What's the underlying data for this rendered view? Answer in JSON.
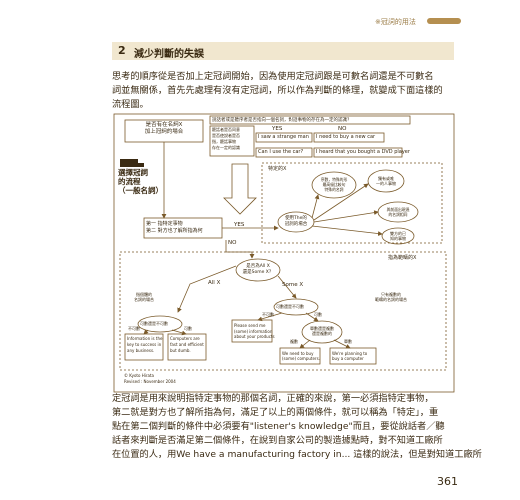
{
  "header": {
    "chapter_label": "※冠詞的用法"
  },
  "section": {
    "number": "2",
    "title": "減少判斷的失誤"
  },
  "intro": [
    "思考的順序從是否加上定冠詞開始，因為使用定冠詞跟是可數名詞還是不可數名",
    "詞並無關係，首先先處理有沒有定冠詞，所以作為判斷的條理，就變成下面這樣的",
    "流程圖。"
  ],
  "diagram": {
    "side_label": [
      "選擇冠詞",
      "的流程",
      "（一般名詞）"
    ],
    "start_box": [
      "是否有在名詞X",
      "加上冠詞的場合"
    ],
    "q_box": "說話者或是聽序者是否指向一個名詞，對話事物的存在為一定的認識？",
    "q_side": [
      "聽話者是否同意",
      "是否使說者是否",
      "指，聽話事物",
      "存在一定的認識"
    ],
    "yes": "YES",
    "no": "NO",
    "ex_yes_left": "I saw a strange man",
    "ex_yes_right": "I need to buy a new car",
    "ex_no_left": "Can I use the car?",
    "ex_no_right": "I heard that you bought a DVD player",
    "def_region_label": "特定的X",
    "cond_box": [
      "第一 指特定事物",
      "第二 對方也了解所指為何"
    ],
    "use_the": [
      "使用The的",
      "冠詞的場合"
    ],
    "bubbles": [
      [
        "序數，特殊的形",
        "最高級比較句",
        "特殊的名詞"
      ],
      [
        "獨有或唯",
        "一的人事物"
      ],
      [
        "與前面出現過",
        "的名詞相同"
      ],
      [
        "雙方的已",
        "知的事物"
      ]
    ],
    "indef_region_label": "指為範疇的X",
    "q2": [
      "是否為All X",
      "還是Some X？"
    ],
    "all_x": "All X",
    "some_x": "Some X",
    "left_note": [
      "指個體的",
      "名詞的場合"
    ],
    "right_note": [
      "只有複數的",
      "範疇的名詞的場合"
    ],
    "count_q": "可數還是不可數",
    "count_q2": "可數還是不可數",
    "uncount": "不可數",
    "count": "可數",
    "ex_info": [
      "Information is the",
      "key to success in",
      "any business."
    ],
    "ex_comp": [
      "Computers are",
      "fast and efficient",
      "but dumb."
    ],
    "ex_please": [
      "Please send me",
      "(some) information",
      "about your products"
    ],
    "single_q": [
      "單數還是複數",
      "還是複數的"
    ],
    "plural": "複數",
    "single": "單數",
    "ex_buy": [
      "We need to buy",
      "(some) computers."
    ],
    "ex_plan": [
      "We're planning to",
      "buy a computer"
    ],
    "credit": [
      "© Kyoto Hirata",
      "Revised : November 2004"
    ]
  },
  "body": [
    "定冠詞是用來說明指特定事物的那個名詞，正確的來說，第一必須指特定事物，",
    "第二就是對方也了解所指為何，滿足了以上的兩個條件，就可以稱為「特定」，重",
    "點在第二個判斷的條件中必須要有\"listener's knowledge\"而且，要從說話者／聽",
    "話者來判斷是否滿足第二個條件，在說到自家公司的製造據點時，對不知道工廠所",
    "在位置的人，用We have a manufacturing factory in... 這樣的說法，但是對知道工廠所"
  ],
  "page_number": "361"
}
